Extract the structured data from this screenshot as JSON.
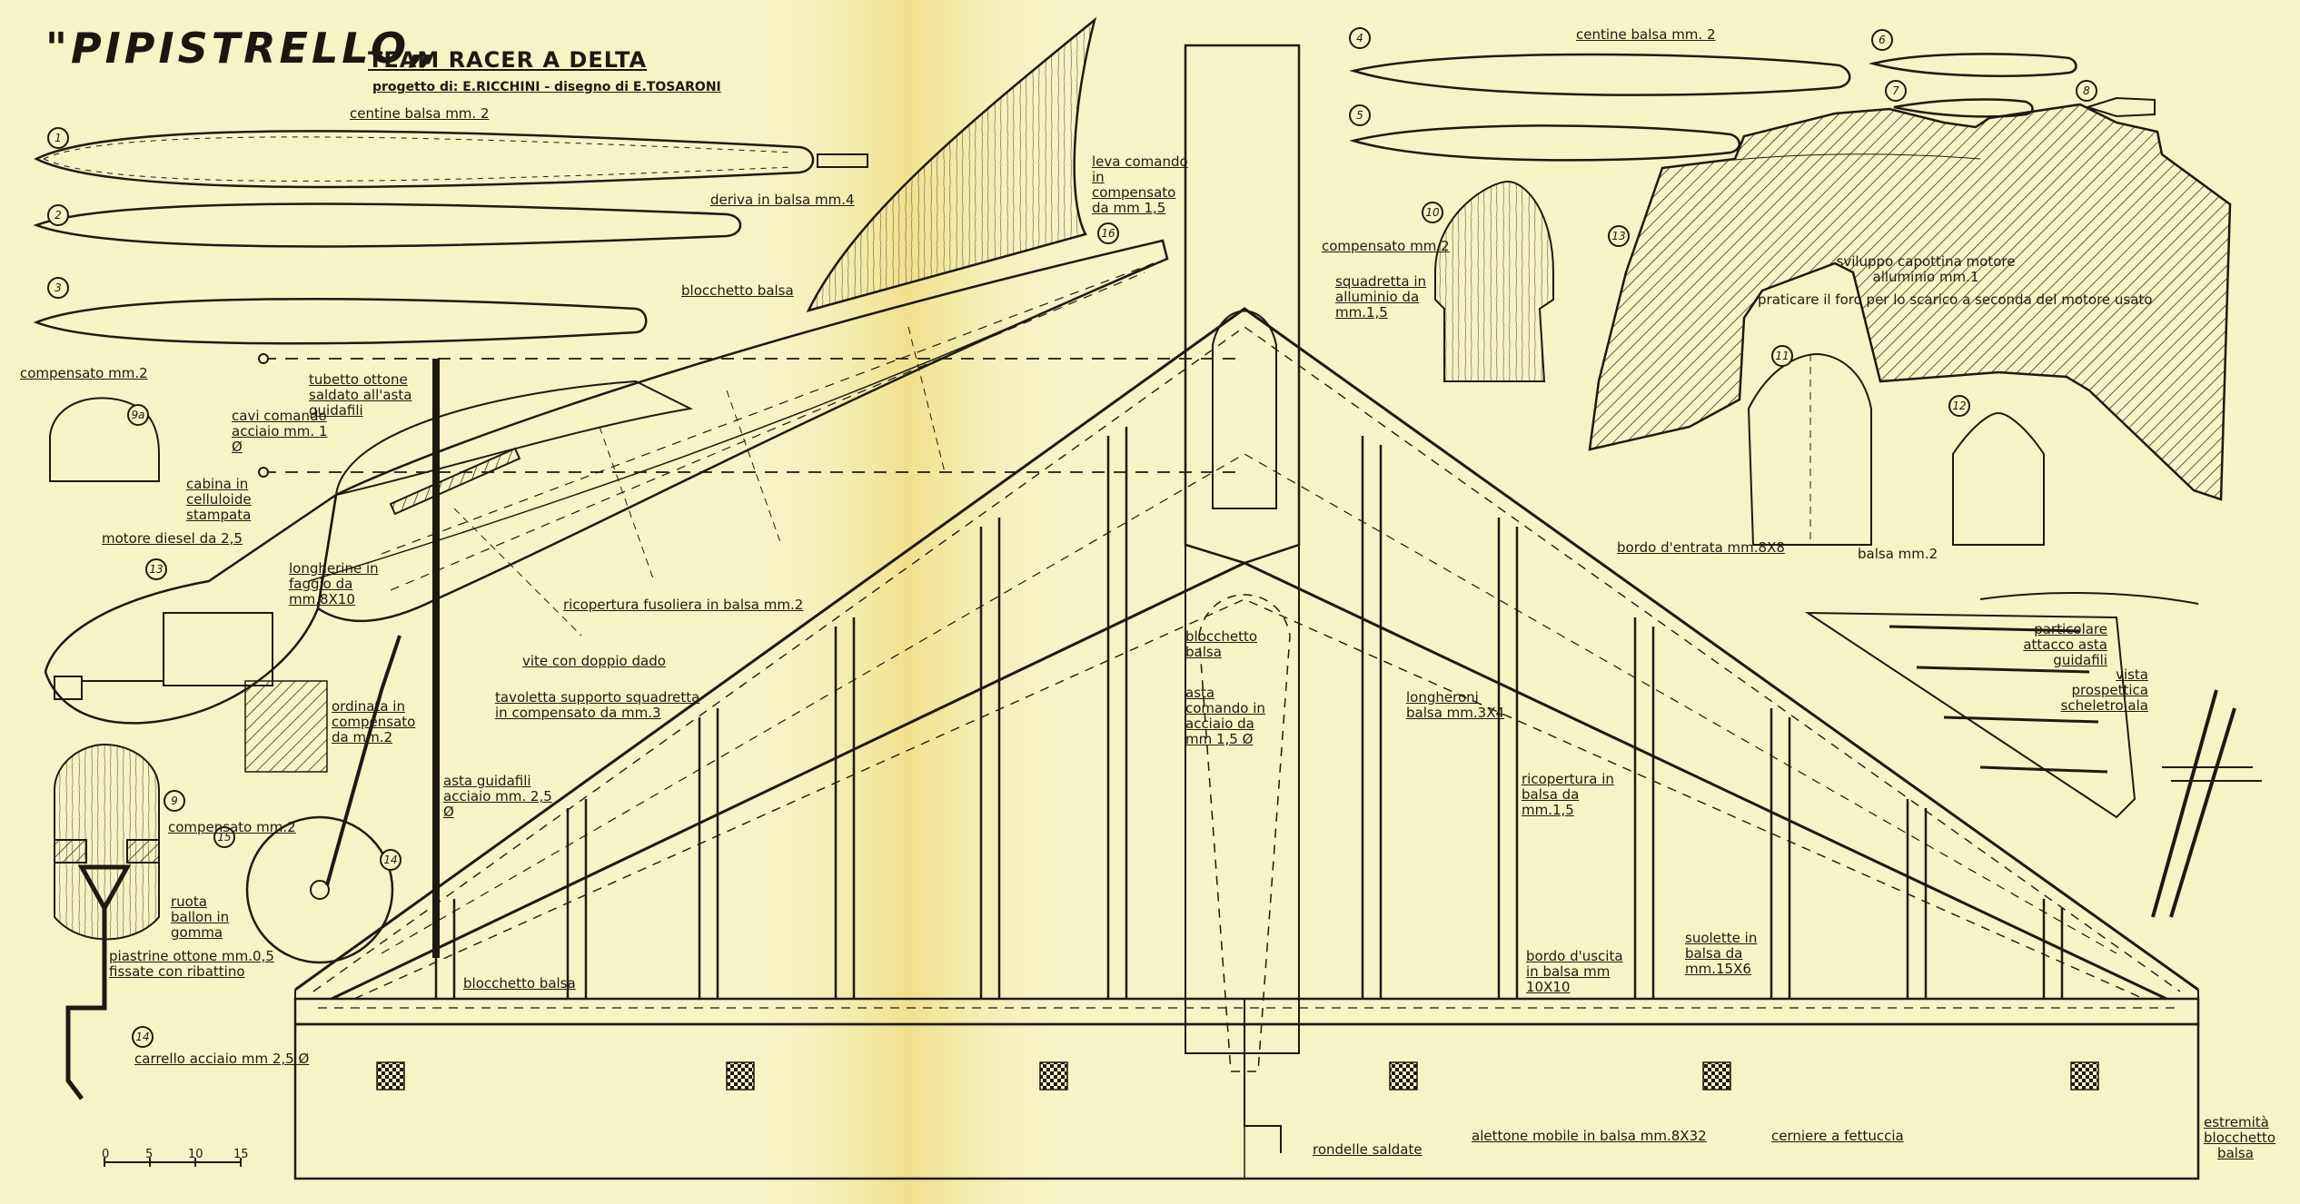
{
  "title": "\"PIPISTRELLO„",
  "subtitle": "TEAM RACER A DELTA",
  "credits": "progetto di: E.RICCHINI - disegno di E.TOSARONI",
  "parts": {
    "n1": "1",
    "n2": "2",
    "n3": "3",
    "n4": "4",
    "n5": "5",
    "n6": "6",
    "n7": "7",
    "n8": "8",
    "n9": "9",
    "n9a": "9a",
    "n10": "10",
    "n11": "11",
    "n12": "12",
    "n13": "13",
    "n14": "14",
    "n15": "15",
    "n16": "16"
  },
  "labels": {
    "centine_left": "centine balsa mm. 2",
    "centine_right": "centine balsa mm. 2",
    "deriva": "deriva in balsa mm.4",
    "leva": "leva comando in compensato da mm 1,5",
    "blocchetto_top": "blocchetto balsa",
    "compensato_9a": "compensato mm.2",
    "tubetto": "tubetto ottone saldato all'asta guidafili",
    "cavi": "cavi comando acciaio mm. 1 Ø",
    "cabina": "cabina in celluloide stampata",
    "motore": "motore diesel da 2,5",
    "longherine": "longherine in faggio da mm.8X10",
    "ricopertura_fus": "ricopertura fusoliera in balsa mm.2",
    "vite": "vite con doppio dado",
    "tavoletta": "tavoletta supporto squadretta in compensato da mm.3",
    "ordinata": "ordinata in compensato da mm.2",
    "asta_guidafili": "asta guidafili acciaio mm. 2,5 Ø",
    "compensato_9": "compensato mm.2",
    "ruota": "ruota ballon in gomma",
    "piastrine": "piastrine ottone mm.0,5 fissate con ribattino",
    "carrello": "carrello acciaio mm 2,5 Ø",
    "blocchetto_bottom": "blocchetto balsa",
    "blocchetto_center": "blocchetto balsa",
    "asta_comando": "asta comando in acciaio da mm 1,5 Ø",
    "compensato_10": "compensato mm.2",
    "squadretta": "squadretta in alluminio da mm.1,5",
    "sviluppo": "sviluppo capottina motore alluminio mm.1",
    "praticare": "praticare il foro per lo scarico a seconda del motore usato",
    "bordo_entrata": "bordo d'entrata mm.8X8",
    "balsa_mm2": "balsa mm.2",
    "particolare": "particolare attacco asta guidafili",
    "vista": "vista prospettica scheletro ala",
    "longheroni": "longheroni balsa mm.3X4",
    "ricopertura_ala": "ricopertura in balsa da mm.1,5",
    "bordo_uscita": "bordo d'uscita in balsa mm 10X10",
    "suolette": "suolette in balsa da mm.15X6",
    "alettone": "alettone mobile in balsa mm.8X32",
    "cerniere": "cerniere a fettuccia",
    "rondelle": "rondelle saldate",
    "estremita": "estremità blocchetto balsa"
  },
  "scale": {
    "s0": "0",
    "s5": "5",
    "s10": "10",
    "s15": "15"
  },
  "colors": {
    "paper": "#f6f3c6",
    "ink": "#1d1a12",
    "wood": "#e7dfb0"
  }
}
